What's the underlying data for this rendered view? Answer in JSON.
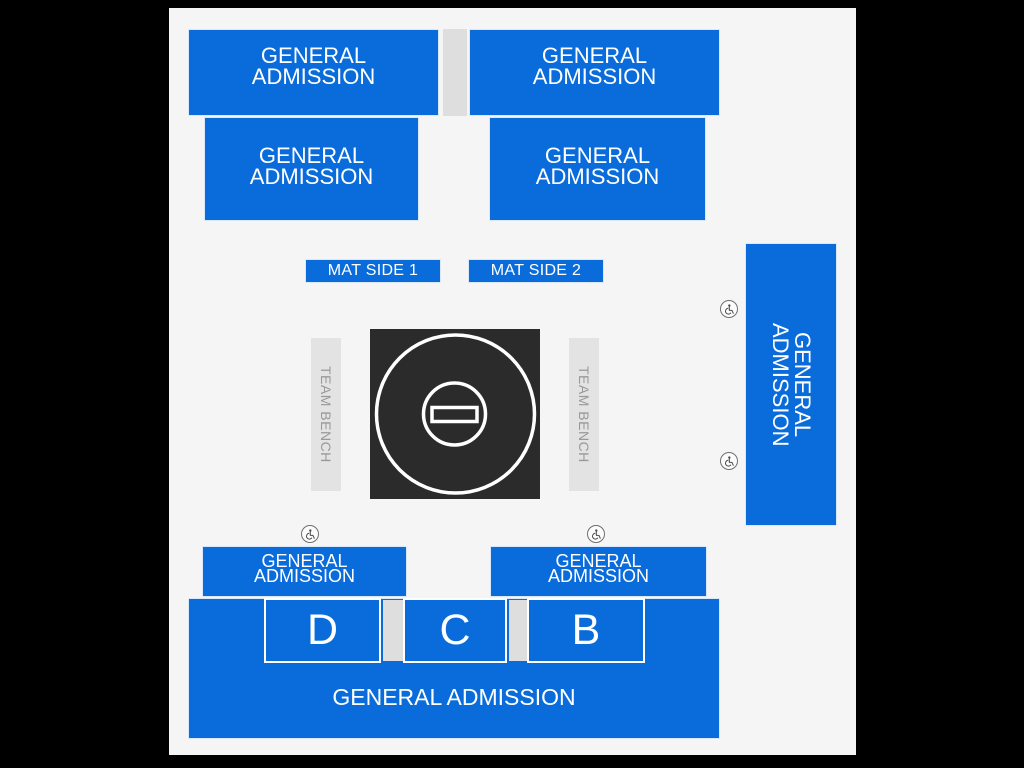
{
  "map": {
    "ga_top_left": {
      "line1": "GENERAL",
      "line2": "ADMISSION"
    },
    "ga_top_right": {
      "line1": "GENERAL",
      "line2": "ADMISSION"
    },
    "ga_mid_left": {
      "line1": "GENERAL",
      "line2": "ADMISSION"
    },
    "ga_mid_right": {
      "line1": "GENERAL",
      "line2": "ADMISSION"
    },
    "ga_right": {
      "line1": "GENERAL",
      "line2": "ADMISSION"
    },
    "ga_bottom_left": {
      "line1": "GENERAL",
      "line2": "ADMISSION"
    },
    "ga_bottom_right": {
      "line1": "GENERAL",
      "line2": "ADMISSION"
    },
    "ga_bottom_big": {
      "label": "GENERAL ADMISSION"
    },
    "mat_side_1": {
      "label": "MAT SIDE 1"
    },
    "mat_side_2": {
      "label": "MAT SIDE 2"
    },
    "team_bench_left": {
      "label": "TEAM BENCH"
    },
    "team_bench_right": {
      "label": "TEAM BENCH"
    },
    "lettered_sections": [
      {
        "label": "D"
      },
      {
        "label": "C"
      },
      {
        "label": "B"
      }
    ],
    "accessible_seating_markers": 4
  },
  "colors": {
    "background": "#000000",
    "panel": "#f5f5f5",
    "section_blue": "#0a6cda",
    "section_label": "#ffffff",
    "divider_gray": "#dedede",
    "bench_fill": "#e3e3e3",
    "bench_label": "#999999",
    "mat_fill": "#2b2b2b",
    "mat_lines": "#ffffff",
    "wheelchair_glyph": "#4a4a4a"
  }
}
